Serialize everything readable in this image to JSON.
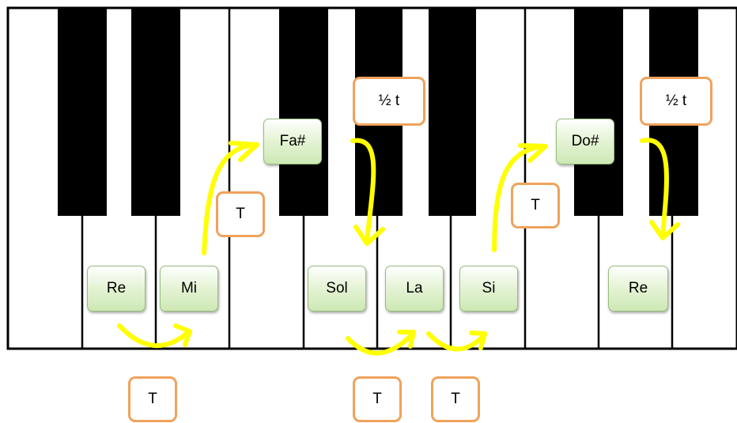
{
  "notes": [
    "Re",
    "Mi",
    "Fa#",
    "Sol",
    "La",
    "Si",
    "Do#",
    "Re"
  ],
  "steps": {
    "re_mi": "T",
    "mi_fa": "T",
    "fa_sol": "½ t",
    "sol_la": "T",
    "la_si": "T",
    "si_do": "T",
    "do_re": "½ t"
  },
  "colors": {
    "note_fill": "#d7eec4",
    "note_border": "#98bd7d",
    "step_border": "#f0a25c",
    "arrow": "#ffff00",
    "black_key": "#000000"
  }
}
